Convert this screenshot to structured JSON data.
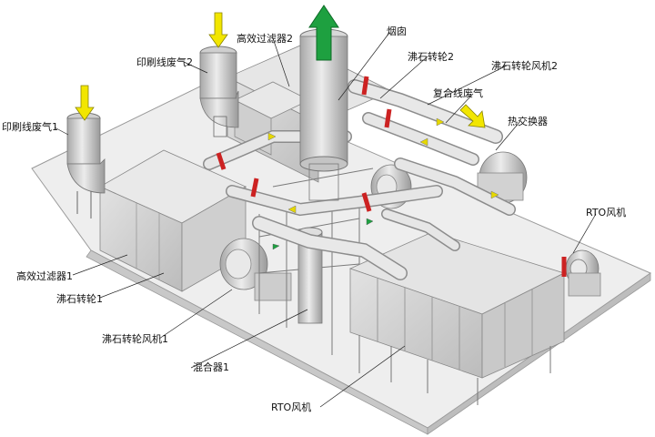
{
  "diagram": {
    "labels": {
      "smoke_stack": "烟囱",
      "high_eff_filter_2": "高效过滤器2",
      "print_exhaust_2": "印刷线废气2",
      "zeolite_rotor_2": "沸石转轮2",
      "zeolite_rotor_fan_2": "沸石转轮风机2",
      "composite_exhaust": "复合线废气",
      "print_exhaust_1": "印刷线废气1",
      "heat_exchanger": "热交换器",
      "rto_fan_right": "RTO风机",
      "high_eff_filter_1": "高效过滤器1",
      "zeolite_rotor_1": "沸石转轮1",
      "zeolite_rotor_fan_1": "沸石转轮风机1",
      "mixer_1": "混合器1",
      "rto_fan_bottom": "RTO风机"
    },
    "colors": {
      "inlet_arrow": "#f2e600",
      "exhaust_arrow": "#1ea040",
      "damper_band": "#cc2222",
      "equipment": "#d4d4d4",
      "base_plate": "#eeeeee"
    }
  }
}
